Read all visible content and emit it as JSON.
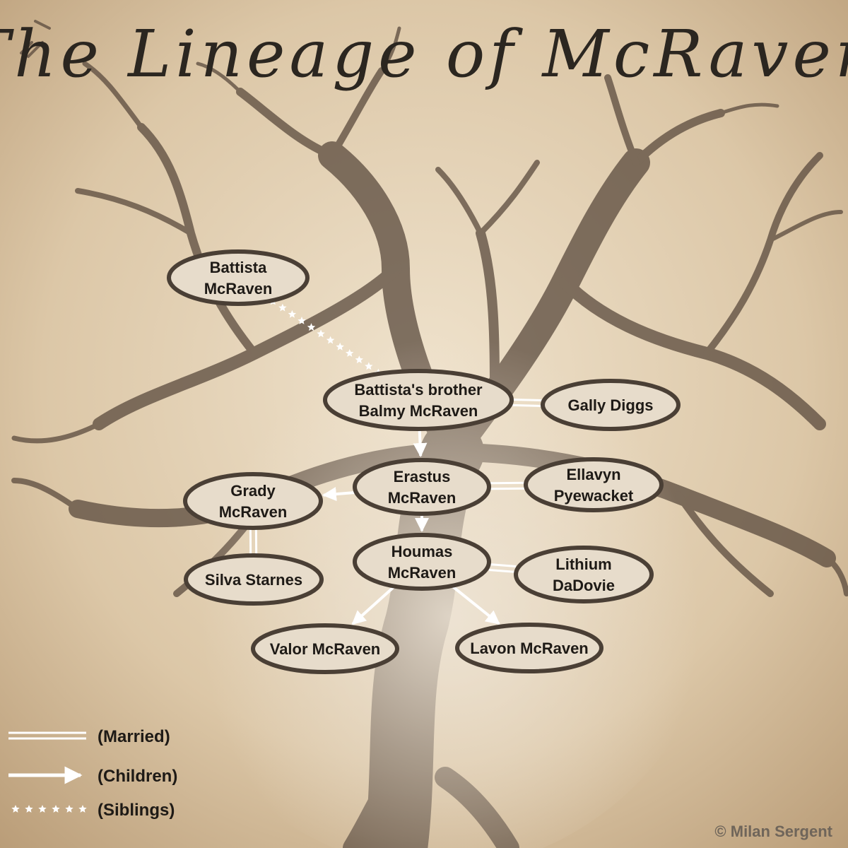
{
  "title": "The Lineage of McRaven",
  "credit": "© Milan Sergent",
  "colors": {
    "parchment": "#d8c3a3",
    "node_fill": "#e7dccb",
    "node_border": "#4a3f35",
    "line": "#ffffff",
    "tree": "#5a4a3d",
    "text": "#1e1a16"
  },
  "nodes": [
    {
      "id": "battista",
      "lines": [
        "Battista",
        "McRaven"
      ]
    },
    {
      "id": "balmy",
      "lines": [
        "Battista's brother",
        "Balmy McRaven"
      ]
    },
    {
      "id": "gally",
      "lines": [
        "Gally Diggs"
      ]
    },
    {
      "id": "erastus",
      "lines": [
        "Erastus",
        "McRaven"
      ]
    },
    {
      "id": "ellavyn",
      "lines": [
        "Ellavyn",
        "Pyewacket"
      ]
    },
    {
      "id": "grady",
      "lines": [
        "Grady",
        "McRaven"
      ]
    },
    {
      "id": "silva",
      "lines": [
        "Silva Starnes"
      ]
    },
    {
      "id": "houmas",
      "lines": [
        "Houmas",
        "McRaven"
      ]
    },
    {
      "id": "lithium",
      "lines": [
        "Lithium",
        "DaDovie"
      ]
    },
    {
      "id": "valor",
      "lines": [
        "Valor McRaven"
      ]
    },
    {
      "id": "lavon",
      "lines": [
        "Lavon McRaven"
      ]
    }
  ],
  "edges": [
    {
      "from": "battista",
      "to": "balmy",
      "type": "siblings"
    },
    {
      "from": "balmy",
      "to": "gally",
      "type": "married"
    },
    {
      "from": "balmy",
      "to": "erastus",
      "type": "children"
    },
    {
      "from": "erastus",
      "to": "ellavyn",
      "type": "married"
    },
    {
      "from": "erastus",
      "to": "grady",
      "type": "children"
    },
    {
      "from": "grady",
      "to": "silva",
      "type": "married"
    },
    {
      "from": "erastus",
      "to": "houmas",
      "type": "children"
    },
    {
      "from": "houmas",
      "to": "lithium",
      "type": "married"
    },
    {
      "from": "houmas",
      "to": "valor",
      "type": "children"
    },
    {
      "from": "houmas",
      "to": "lavon",
      "type": "children"
    }
  ],
  "legend": [
    {
      "type": "married",
      "label": "(Married)"
    },
    {
      "type": "children",
      "label": "(Children)"
    },
    {
      "type": "siblings",
      "label": "(Siblings)"
    }
  ]
}
